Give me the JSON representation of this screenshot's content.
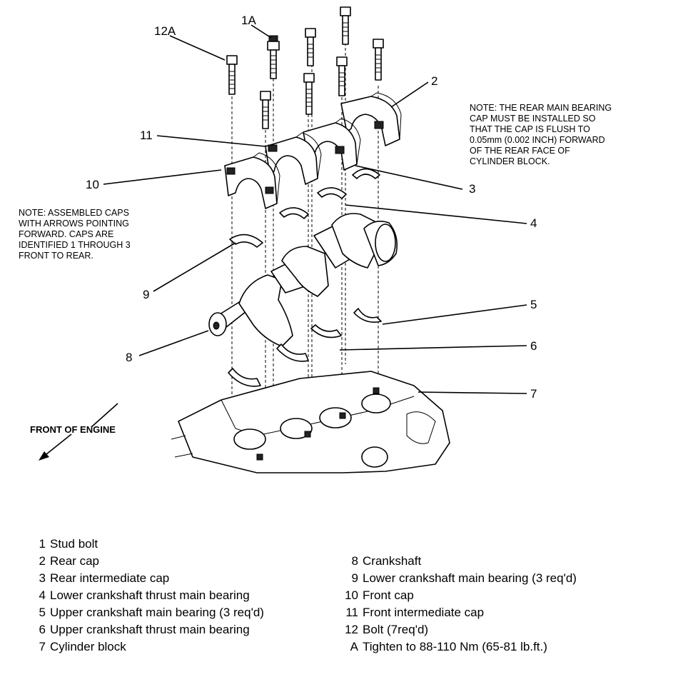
{
  "callouts": {
    "c12A": "12A",
    "c1A": "1A",
    "c2": "2",
    "c11": "11",
    "c10": "10",
    "c3": "3",
    "c4": "4",
    "c9": "9",
    "c5": "5",
    "c6": "6",
    "c8": "8",
    "c7": "7"
  },
  "notes": {
    "rear": [
      "NOTE: THE REAR MAIN BEARING",
      "CAP MUST BE INSTALLED SO",
      "THAT THE CAP IS FLUSH TO",
      "0.05mm (0.002 INCH) FORWARD",
      "OF THE REAR FACE OF",
      "CYLINDER BLOCK."
    ],
    "caps": [
      "NOTE: ASSEMBLED CAPS",
      "WITH ARROWS POINTING",
      "FORWARD. CAPS ARE",
      "IDENTIFIED 1 THROUGH 3",
      "FRONT TO REAR."
    ]
  },
  "front_label": "FRONT OF ENGINE",
  "legend": {
    "left": [
      {
        "key": "1",
        "text": "Stud bolt"
      },
      {
        "key": "2",
        "text": "Rear cap"
      },
      {
        "key": "3",
        "text": "Rear intermediate cap"
      },
      {
        "key": "4",
        "text": "Lower crankshaft thrust main bearing"
      },
      {
        "key": "5",
        "text": "Upper crankshaft main bearing (3 req'd)"
      },
      {
        "key": "6",
        "text": "Upper crankshaft thrust main bearing"
      },
      {
        "key": "7",
        "text": "Cylinder block"
      }
    ],
    "right": [
      {
        "key": "8",
        "text": "Crankshaft"
      },
      {
        "key": "9",
        "text": "Lower crankshaft main bearing (3 req'd)"
      },
      {
        "key": "10",
        "text": "Front cap"
      },
      {
        "key": "11",
        "text": "Front intermediate cap"
      },
      {
        "key": "12",
        "text": "Bolt (7req'd)"
      },
      {
        "key": "A",
        "text": "Tighten to 88-110 Nm (65-81 lb.ft.)"
      }
    ]
  }
}
